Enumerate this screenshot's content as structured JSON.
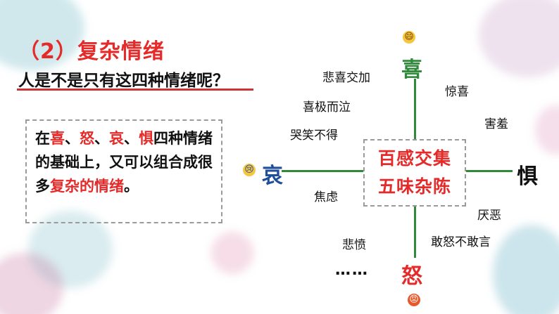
{
  "section_title": "（2）复杂情绪",
  "question": "人是不是只有这四种情绪呢？",
  "description": {
    "p1": "在",
    "xi": "喜",
    "s1": "、",
    "nu": "怒",
    "s2": "、",
    "ai": "哀",
    "s3": "、",
    "ju": "惧",
    "p2": "四种情绪的基础上，又可以组合成很多",
    "fz": "复杂的情绪",
    "p3": "。"
  },
  "center": {
    "line1": "百感交集",
    "line2": "五味杂陈"
  },
  "emotions": {
    "xi": "喜",
    "ai": "哀",
    "ju": "惧",
    "nu": "怒"
  },
  "faces": {
    "xi": "😄",
    "ai": "😢",
    "nu": "😡"
  },
  "words": {
    "beixi": "悲喜交加",
    "xiji": "喜极而泣",
    "kuxiao": "哭笑不得",
    "jiaolv": "焦虑",
    "beifen": "悲愤",
    "jingxi": "惊喜",
    "haixiu": "害羞",
    "yanwu": "厌恶",
    "ganu": "敢怒不敢言",
    "ellipsis": "……"
  },
  "colors": {
    "accent_red": "#e52a2a",
    "axis_green": "#2f8a3a",
    "ai_blue": "#1f4e9a"
  }
}
